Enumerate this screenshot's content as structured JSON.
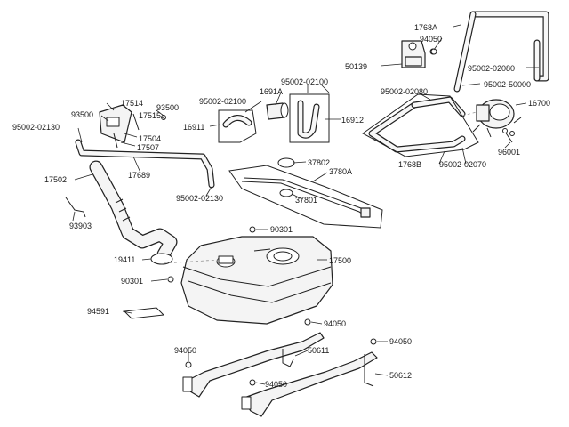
{
  "labels": {
    "p1768A": "1768A",
    "p94050_a": "94050",
    "p50139": "50139",
    "p95002_02080_a": "95002-02080",
    "p95002_50000": "95002-50000",
    "p95002_02100_a": "95002-02100",
    "p1691A": "1691A",
    "p95002_02100_b": "95002-02100",
    "p16911": "16911",
    "p16912": "16912",
    "p95002_02080_b": "95002-02080",
    "p16700": "16700",
    "p17514": "17514",
    "p93500_a": "93500",
    "p93500_b": "93500",
    "p17515": "17515",
    "p95002_02130_a": "95002-02130",
    "p17504": "17504",
    "p17507": "17507",
    "p17689": "17689",
    "p37802": "37802",
    "p3780A": "3780A",
    "p1768B": "1768B",
    "p95002_02070": "95002-02070",
    "p96001": "96001",
    "p17502": "17502",
    "p95002_02130_b": "95002-02130",
    "p37801": "37801",
    "p93903": "93903",
    "p90301_a": "90301",
    "p19411": "19411",
    "p17500": "17500",
    "p90301_b": "90301",
    "p94591": "94591",
    "p94050_b": "94050",
    "p94050_c": "94050",
    "p94050_d": "94050",
    "p50611": "50611",
    "p94050_e": "94050",
    "p50612": "50612"
  }
}
